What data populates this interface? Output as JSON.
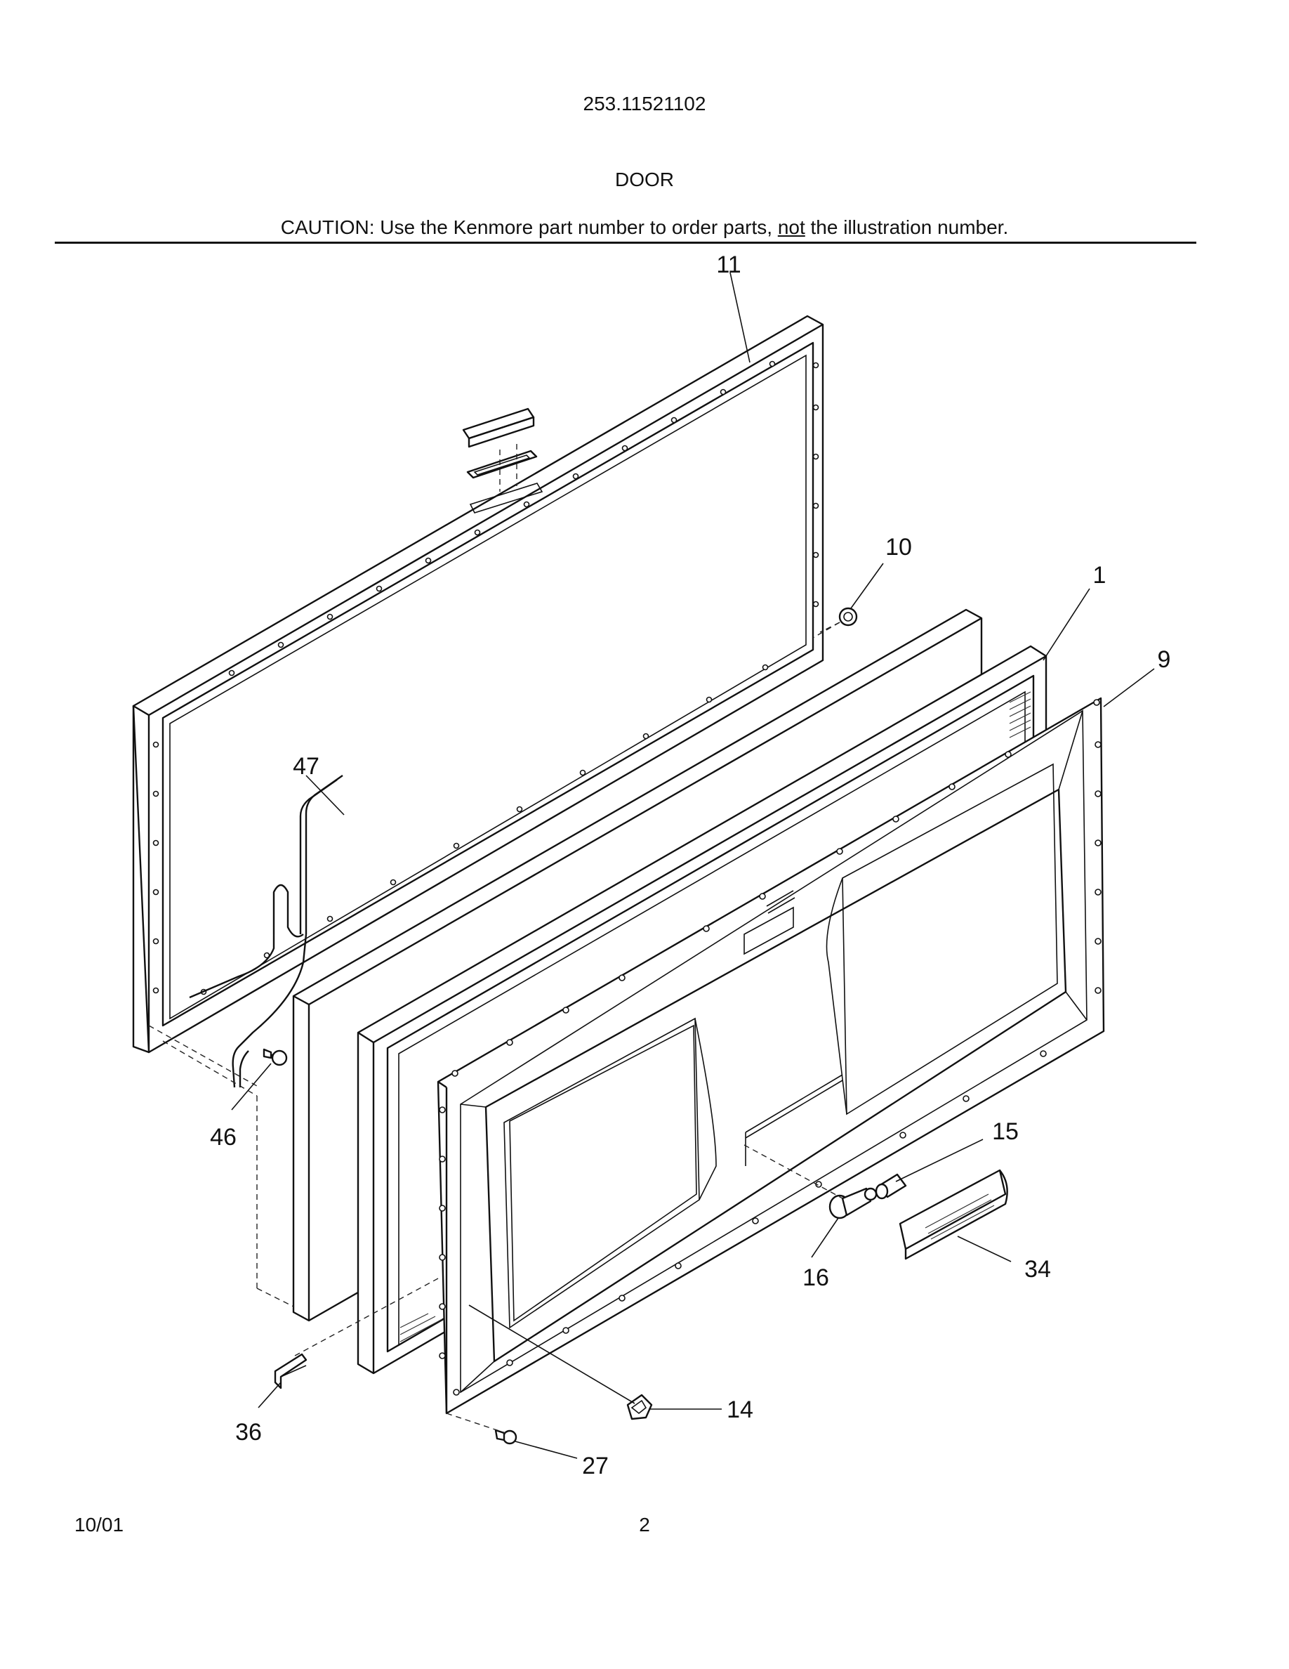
{
  "header": {
    "model_number": "253.11521102",
    "section_title": "DOOR",
    "caution_prefix": "CAUTION: Use the Kenmore part number to order parts, ",
    "caution_emphasis": "not",
    "caution_suffix": " the illustration number."
  },
  "footer": {
    "date": "10/01",
    "page_number": "2"
  },
  "callouts": {
    "c11": "11",
    "c10": "10",
    "c1": "1",
    "c9": "9",
    "c47": "47",
    "c46": "46",
    "c15": "15",
    "c34": "34",
    "c16": "16",
    "c36": "36",
    "c14": "14",
    "c27": "27"
  }
}
